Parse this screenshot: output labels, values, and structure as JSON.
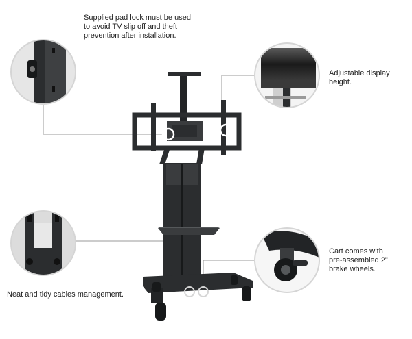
{
  "callouts": {
    "pad_lock": "Supplied pad lock must be used\nto avoid TV slip off and theft\nprevention after installation.",
    "display_height": "Adjustable display\nheight.",
    "brake_wheels": "Cart comes with\npre-assembled 2\"\nbrake wheels.",
    "cables": "Neat and tidy cables management."
  },
  "colors": {
    "stand": "#2b2d2f",
    "stand_dark": "#17191a",
    "callout_line": "#9a9a9a",
    "callout_ring": "#d5d5d5",
    "marker_ring": "#ffffff"
  }
}
